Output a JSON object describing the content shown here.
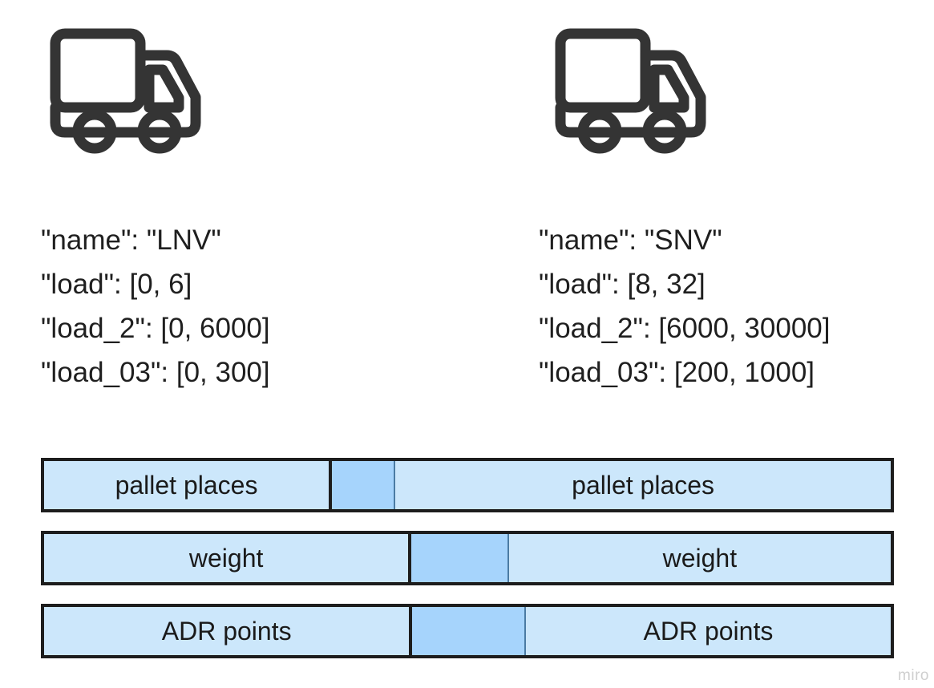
{
  "vehicles": [
    {
      "icon": "delivery-truck-icon",
      "lines": [
        "\"name\": \"LNV\"",
        "\"load\": [0, 6]",
        "\"load_2\": [0, 6000]",
        "\"load_03\": [0, 300]"
      ],
      "name": "LNV",
      "load": [
        0,
        6
      ],
      "load_2": [
        0,
        6000
      ],
      "load_03": [
        0,
        300
      ]
    },
    {
      "icon": "delivery-truck-icon",
      "lines": [
        "\"name\": \"SNV\"",
        "\"load\": [8, 32]",
        "\"load_2\": [6000, 30000]",
        "\"load_03\": [200, 1000]"
      ],
      "name": "SNV",
      "load": [
        8,
        32
      ],
      "load_2": [
        6000,
        30000
      ],
      "load_03": [
        200,
        1000
      ]
    }
  ],
  "bars": [
    {
      "id": "pallet",
      "left_label": "pallet places",
      "overlap_label": "",
      "right_label": "pallet places",
      "left_width_pct": 34.0,
      "overlap_width_pct": 7.5,
      "right_width_pct": 58.5
    },
    {
      "id": "weight",
      "left_label": "weight",
      "overlap_label": "",
      "right_label": "weight",
      "left_width_pct": 43.4,
      "overlap_width_pct": 11.5,
      "right_width_pct": 45.1
    },
    {
      "id": "adr",
      "left_label": "ADR points",
      "overlap_label": "",
      "right_label": "ADR points",
      "left_width_pct": 43.5,
      "overlap_width_pct": 13.4,
      "right_width_pct": 43.1
    }
  ],
  "colors": {
    "bar_fill": "#cce7fb",
    "overlap_fill": "#a6d4fc",
    "bar_border": "#1d1d1d",
    "icon": "#343434",
    "text": "#1f1f1f"
  },
  "watermark": "miro"
}
